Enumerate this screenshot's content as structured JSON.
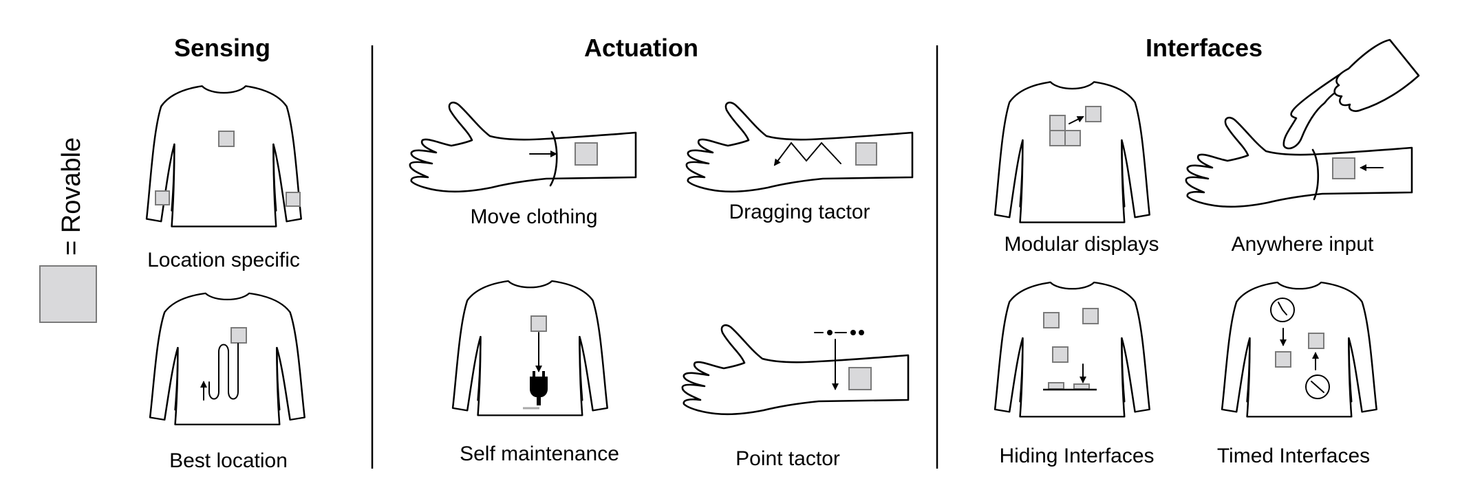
{
  "legend": {
    "label": "= Rovable"
  },
  "sections": {
    "sensing": {
      "title": "Sensing"
    },
    "actuation": {
      "title": "Actuation"
    },
    "interfaces": {
      "title": "Interfaces"
    }
  },
  "items": {
    "location_specific": "Location specific",
    "best_location": "Best location",
    "move_clothing": "Move clothing",
    "dragging_tactor": "Dragging tactor",
    "self_maintenance": "Self maintenance",
    "point_tactor": "Point tactor",
    "modular_displays": "Modular displays",
    "anywhere_input": "Anywhere input",
    "hiding_interfaces": "Hiding Interfaces",
    "timed_interfaces": "Timed Interfaces"
  },
  "colors": {
    "rovable_fill": "#d9d9db",
    "rovable_stroke": "#7a7a7a",
    "line": "#000000"
  },
  "icons": [
    "shirt-icon",
    "arm-icon",
    "hand-icon",
    "plug-icon",
    "clock-icon",
    "arrow-icon"
  ]
}
